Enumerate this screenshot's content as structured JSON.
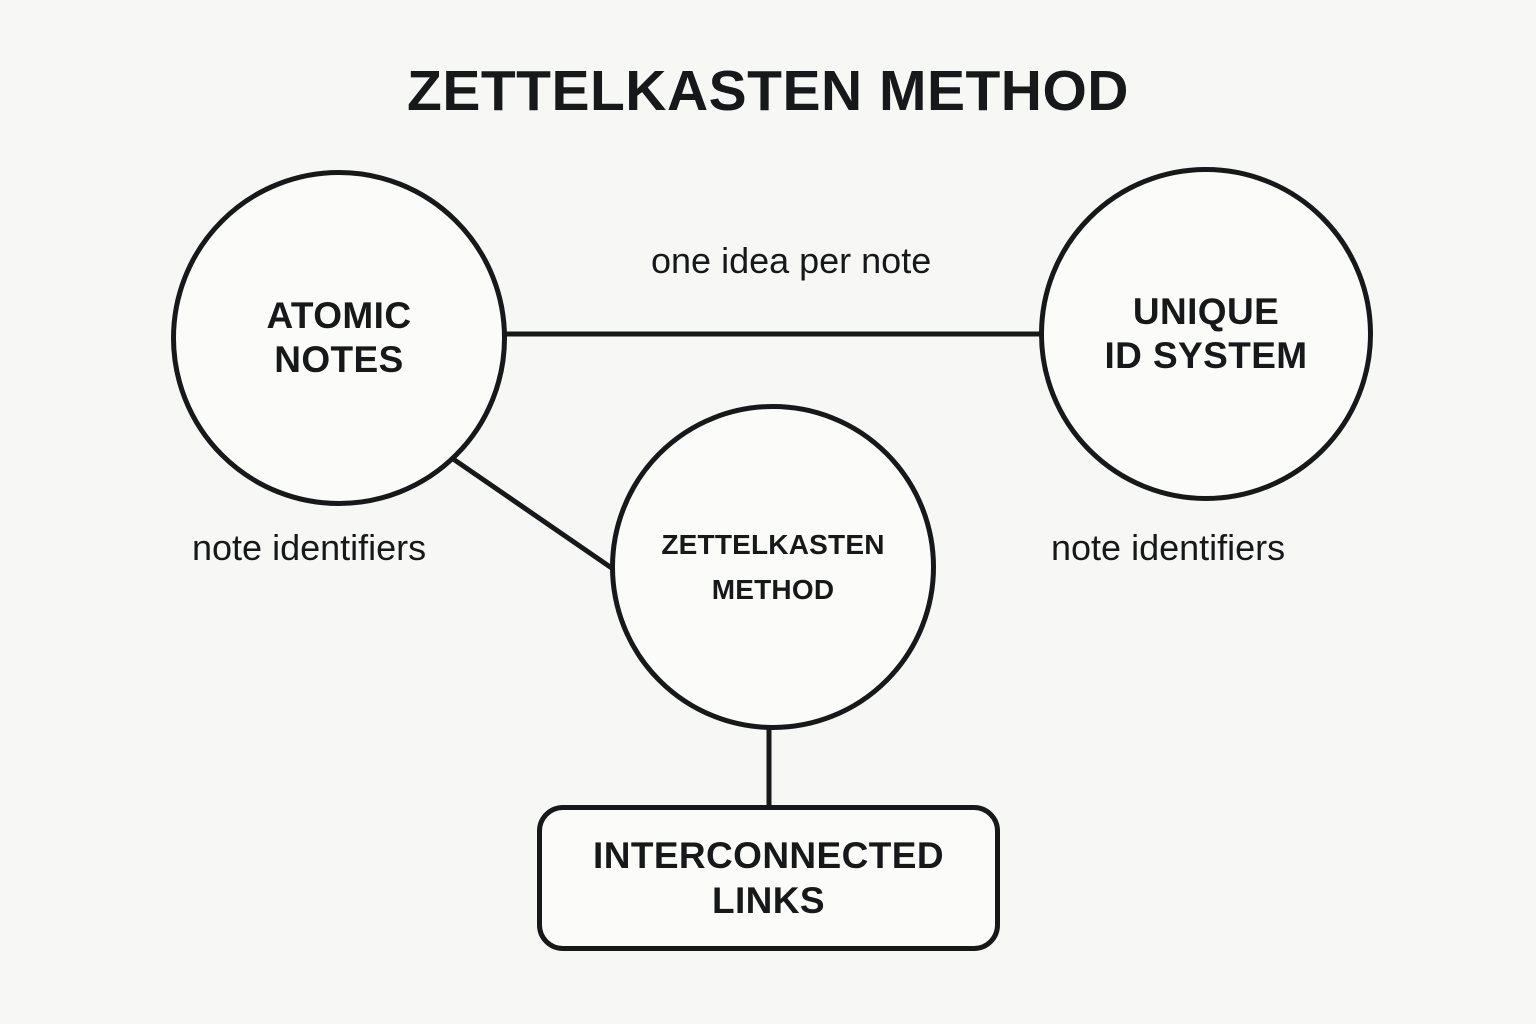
{
  "diagram": {
    "type": "concept-map",
    "title": "ZETTELKASTEN METHOD",
    "background_color": "#f7f7f6",
    "stroke_color": "#16181a",
    "fill_color": "#fbfbfa",
    "nodes": [
      {
        "id": "atomic-notes",
        "shape": "circle",
        "label": "ATOMIC\nNOTES",
        "line1": "ATOMIC",
        "line2": "NOTES"
      },
      {
        "id": "unique-id-system",
        "shape": "circle",
        "label": "UNIQUE\nID SYSTEM",
        "line1": "UNIQUE",
        "line2": "ID SYSTEM"
      },
      {
        "id": "zettelkasten-method",
        "shape": "circle",
        "label": "ZETTELKASTEN\nMETHOD",
        "line1": "ZETTELKASTEN",
        "line2": "METHOD"
      },
      {
        "id": "interconnected-links",
        "shape": "rounded-rectangle",
        "label": "INTERCONNECTED\nLINKS",
        "line1": "INTERCONNECTED",
        "line2": "LINKS"
      }
    ],
    "edges": [
      {
        "id": "atomic-to-unique",
        "from": "atomic-notes",
        "to": "unique-id-system",
        "style": "straight-horizontal",
        "label": "one idea per note"
      },
      {
        "id": "atomic-to-zettelkasten",
        "from": "atomic-notes",
        "to": "zettelkasten-method",
        "style": "straight-diagonal",
        "label": ""
      },
      {
        "id": "zettelkasten-to-links",
        "from": "zettelkasten-method",
        "to": "interconnected-links",
        "style": "straight-vertical",
        "label": ""
      }
    ],
    "standalone_labels": [
      {
        "id": "note-identifiers-left",
        "text": "note identifiers"
      },
      {
        "id": "note-identifiers-right",
        "text": "note identifiers"
      }
    ]
  }
}
